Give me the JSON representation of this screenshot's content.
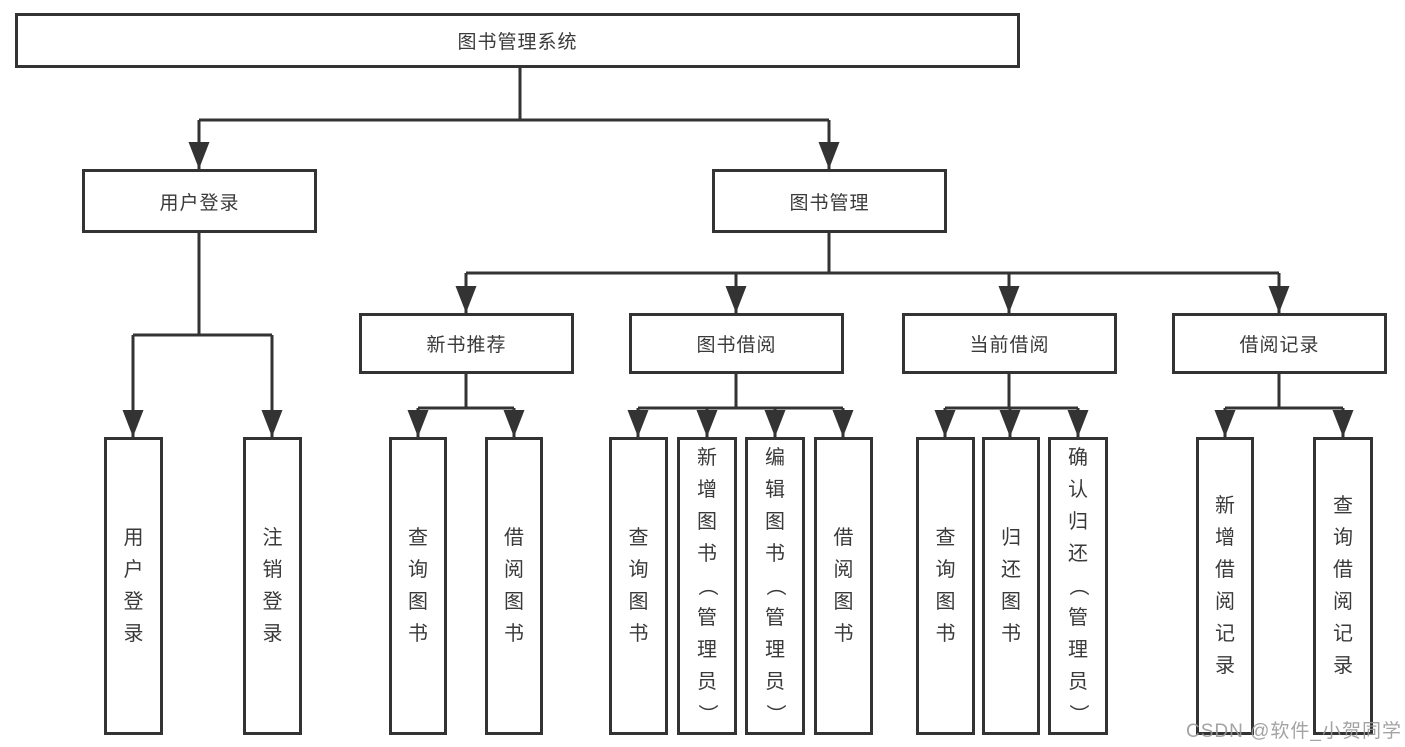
{
  "tree": {
    "root": {
      "label": "图书管理系统"
    },
    "branches": [
      {
        "label": "用户登录",
        "children": [
          {
            "label": "用户登录"
          },
          {
            "label": "注销登录"
          }
        ]
      },
      {
        "label": "图书管理",
        "children": [
          {
            "label": "新书推荐",
            "children": [
              {
                "label": "查询图书"
              },
              {
                "label": "借阅图书"
              }
            ]
          },
          {
            "label": "图书借阅",
            "children": [
              {
                "label": "查询图书"
              },
              {
                "label": "新增图书（管理员）"
              },
              {
                "label": "编辑图书（管理员）"
              },
              {
                "label": "借阅图书"
              }
            ]
          },
          {
            "label": "当前借阅",
            "children": [
              {
                "label": "查询图书"
              },
              {
                "label": "归还图书"
              },
              {
                "label": "确认归还（管理员）"
              }
            ]
          },
          {
            "label": "借阅记录",
            "children": [
              {
                "label": "新增借阅记录"
              },
              {
                "label": "查询借阅记录"
              }
            ]
          }
        ]
      }
    ]
  },
  "watermark": {
    "text": "CSDN @软件_小贺同学",
    "color": "#9a9a9a"
  },
  "colors": {
    "line": "#333333",
    "box_border": "#333333",
    "text": "#3a3a3a",
    "background": "#ffffff"
  }
}
